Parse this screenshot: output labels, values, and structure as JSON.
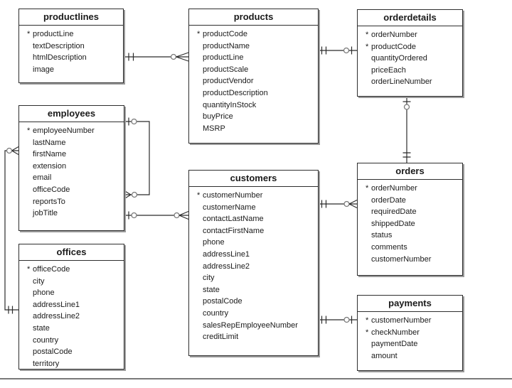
{
  "diagram": {
    "kind": "entity-relationship-diagram",
    "notation": "crows-foot",
    "colors": {
      "bg": "#ffffff",
      "border": "#2e2e2e",
      "shadow": "#9a9a9a",
      "line": "#2b2b2b",
      "circle": "#7a7a7a",
      "text": "#1a1a1a"
    },
    "tables": [
      {
        "id": "productlines",
        "title": "productlines",
        "fields": [
          {
            "marker": "*",
            "name": "productLine"
          },
          {
            "marker": "",
            "name": "textDescription"
          },
          {
            "marker": "",
            "name": "htmlDescription"
          },
          {
            "marker": "",
            "name": "image"
          }
        ]
      },
      {
        "id": "products",
        "title": "products",
        "fields": [
          {
            "marker": "*",
            "name": "productCode"
          },
          {
            "marker": "",
            "name": "productName"
          },
          {
            "marker": "",
            "name": "productLine"
          },
          {
            "marker": "",
            "name": "productScale"
          },
          {
            "marker": "",
            "name": "productVendor"
          },
          {
            "marker": "",
            "name": "productDescription"
          },
          {
            "marker": "",
            "name": "quantityInStock"
          },
          {
            "marker": "",
            "name": "buyPrice"
          },
          {
            "marker": "",
            "name": "MSRP"
          }
        ]
      },
      {
        "id": "orderdetails",
        "title": "orderdetails",
        "fields": [
          {
            "marker": "*",
            "name": "orderNumber"
          },
          {
            "marker": "*",
            "name": "productCode"
          },
          {
            "marker": "",
            "name": "quantityOrdered"
          },
          {
            "marker": "",
            "name": "priceEach"
          },
          {
            "marker": "",
            "name": "orderLineNumber"
          }
        ]
      },
      {
        "id": "employees",
        "title": "employees",
        "fields": [
          {
            "marker": "*",
            "name": "employeeNumber"
          },
          {
            "marker": "",
            "name": "lastName"
          },
          {
            "marker": "",
            "name": "firstName"
          },
          {
            "marker": "",
            "name": "extension"
          },
          {
            "marker": "",
            "name": "email"
          },
          {
            "marker": "",
            "name": "officeCode"
          },
          {
            "marker": "",
            "name": "reportsTo"
          },
          {
            "marker": "",
            "name": "jobTitle"
          }
        ]
      },
      {
        "id": "customers",
        "title": "customers",
        "fields": [
          {
            "marker": "*",
            "name": "customerNumber"
          },
          {
            "marker": "",
            "name": "customerName"
          },
          {
            "marker": "",
            "name": "contactLastName"
          },
          {
            "marker": "",
            "name": "contactFirstName"
          },
          {
            "marker": "",
            "name": "phone"
          },
          {
            "marker": "",
            "name": "addressLine1"
          },
          {
            "marker": "",
            "name": "addressLine2"
          },
          {
            "marker": "",
            "name": "city"
          },
          {
            "marker": "",
            "name": "state"
          },
          {
            "marker": "",
            "name": "postalCode"
          },
          {
            "marker": "",
            "name": "country"
          },
          {
            "marker": "",
            "name": "salesRepEmployeeNumber"
          },
          {
            "marker": "",
            "name": "creditLimit"
          }
        ]
      },
      {
        "id": "orders",
        "title": "orders",
        "fields": [
          {
            "marker": "*",
            "name": "orderNumber"
          },
          {
            "marker": "",
            "name": "orderDate"
          },
          {
            "marker": "",
            "name": "requiredDate"
          },
          {
            "marker": "",
            "name": "shippedDate"
          },
          {
            "marker": "",
            "name": "status"
          },
          {
            "marker": "",
            "name": "comments"
          },
          {
            "marker": "",
            "name": "customerNumber"
          }
        ]
      },
      {
        "id": "offices",
        "title": "offices",
        "fields": [
          {
            "marker": "*",
            "name": "officeCode"
          },
          {
            "marker": "",
            "name": "city"
          },
          {
            "marker": "",
            "name": "phone"
          },
          {
            "marker": "",
            "name": "addressLine1"
          },
          {
            "marker": "",
            "name": "addressLine2"
          },
          {
            "marker": "",
            "name": "state"
          },
          {
            "marker": "",
            "name": "country"
          },
          {
            "marker": "",
            "name": "postalCode"
          },
          {
            "marker": "",
            "name": "territory"
          }
        ]
      },
      {
        "id": "payments",
        "title": "payments",
        "fields": [
          {
            "marker": "*",
            "name": "customerNumber"
          },
          {
            "marker": "*",
            "name": "checkNumber"
          },
          {
            "marker": "",
            "name": "paymentDate"
          },
          {
            "marker": "",
            "name": "amount"
          }
        ]
      }
    ],
    "relationships": [
      {
        "id": "productlines-products",
        "from_table": "productlines",
        "to_table": "products",
        "from_end": "one-and-only-one",
        "to_end": "zero-or-many"
      },
      {
        "id": "products-orderdetails",
        "from_table": "products",
        "to_table": "orderdetails",
        "from_end": "one-and-only-one",
        "to_end": "zero-or-one"
      },
      {
        "id": "orderdetails-orders",
        "from_table": "orderdetails",
        "to_table": "orders",
        "from_end": "zero-or-one",
        "to_end": "one-and-only-one"
      },
      {
        "id": "employees-reportsTo",
        "from_table": "employees",
        "to_table": "employees",
        "from_end": "zero-or-one",
        "to_end": "zero-or-many"
      },
      {
        "id": "offices-employees",
        "from_table": "offices",
        "to_table": "employees",
        "from_end": "one-and-only-one",
        "to_end": "zero-or-many"
      },
      {
        "id": "employees-customers",
        "from_table": "employees",
        "to_table": "customers",
        "from_end": "zero-or-one",
        "to_end": "zero-or-many"
      },
      {
        "id": "customers-orders",
        "from_table": "customers",
        "to_table": "orders",
        "from_end": "one-and-only-one",
        "to_end": "zero-or-many"
      },
      {
        "id": "customers-payments",
        "from_table": "customers",
        "to_table": "payments",
        "from_end": "one-and-only-one",
        "to_end": "zero-or-one"
      }
    ]
  }
}
